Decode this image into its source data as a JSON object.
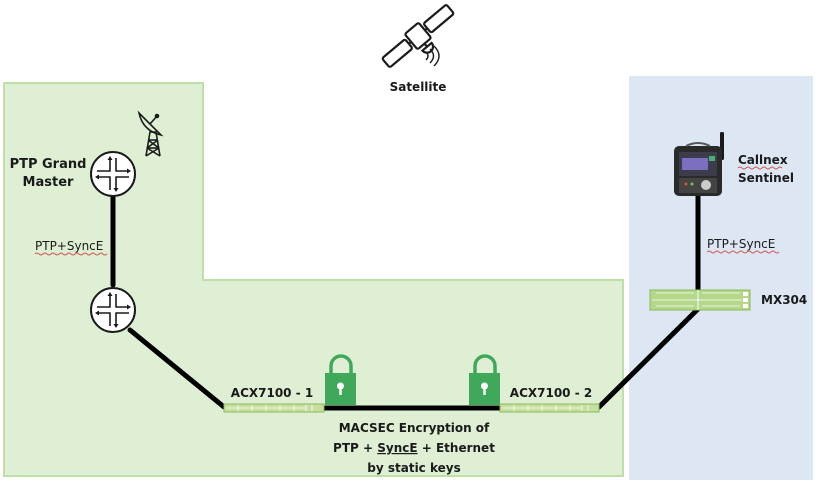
{
  "diagram": {
    "title": "PTP/SyncE over MACsec network topology",
    "colors": {
      "green_zone_fill": "#deefd4",
      "green_zone_border": "#bedfaa",
      "blue_zone_fill": "#dce7f3",
      "device_green": "#9bc66a",
      "lock_green": "#3fa85a",
      "link_black": "#000000"
    },
    "zones": [
      {
        "name": "green-domain",
        "color": "green"
      },
      {
        "name": "blue-domain",
        "color": "blue"
      }
    ],
    "nodes": {
      "satellite": {
        "label": "Satellite",
        "icon": "satellite-icon"
      },
      "grand_master": {
        "label_line1": "PTP Grand",
        "label_line2": "Master",
        "icon": "router-icon"
      },
      "gps_antenna": {
        "icon": "satellite-dish-tower-icon"
      },
      "router2": {
        "icon": "router-icon"
      },
      "acx1": {
        "label": "ACX7100 - 1",
        "icon": "switch-icon"
      },
      "acx2": {
        "label": "ACX7100 - 2",
        "icon": "switch-icon"
      },
      "mx304": {
        "label": "MX304",
        "icon": "chassis-router-icon"
      },
      "sentinel": {
        "label_line1": "Callnex",
        "label_line2": "Sentinel",
        "icon": "test-instrument-icon"
      }
    },
    "links": [
      {
        "from": "grand_master",
        "to": "router2",
        "label": "PTP+SyncE"
      },
      {
        "from": "router2",
        "to": "acx1",
        "label": ""
      },
      {
        "from": "acx1",
        "to": "acx2",
        "label": "MACSEC Encryption of PTP + SyncE + Ethernet by static keys",
        "encrypted": true
      },
      {
        "from": "acx2",
        "to": "mx304",
        "label": ""
      },
      {
        "from": "mx304",
        "to": "sentinel",
        "label": "PTP+SyncE"
      }
    ],
    "macsec_text": {
      "line1": "MACSEC Encryption of",
      "line2_a": "PTP + ",
      "line2_b": "SyncE",
      "line2_c": " + Ethernet",
      "line3": "by static keys"
    },
    "link_label_left": "PTP+SyncE",
    "link_label_right": "PTP+SyncE"
  }
}
